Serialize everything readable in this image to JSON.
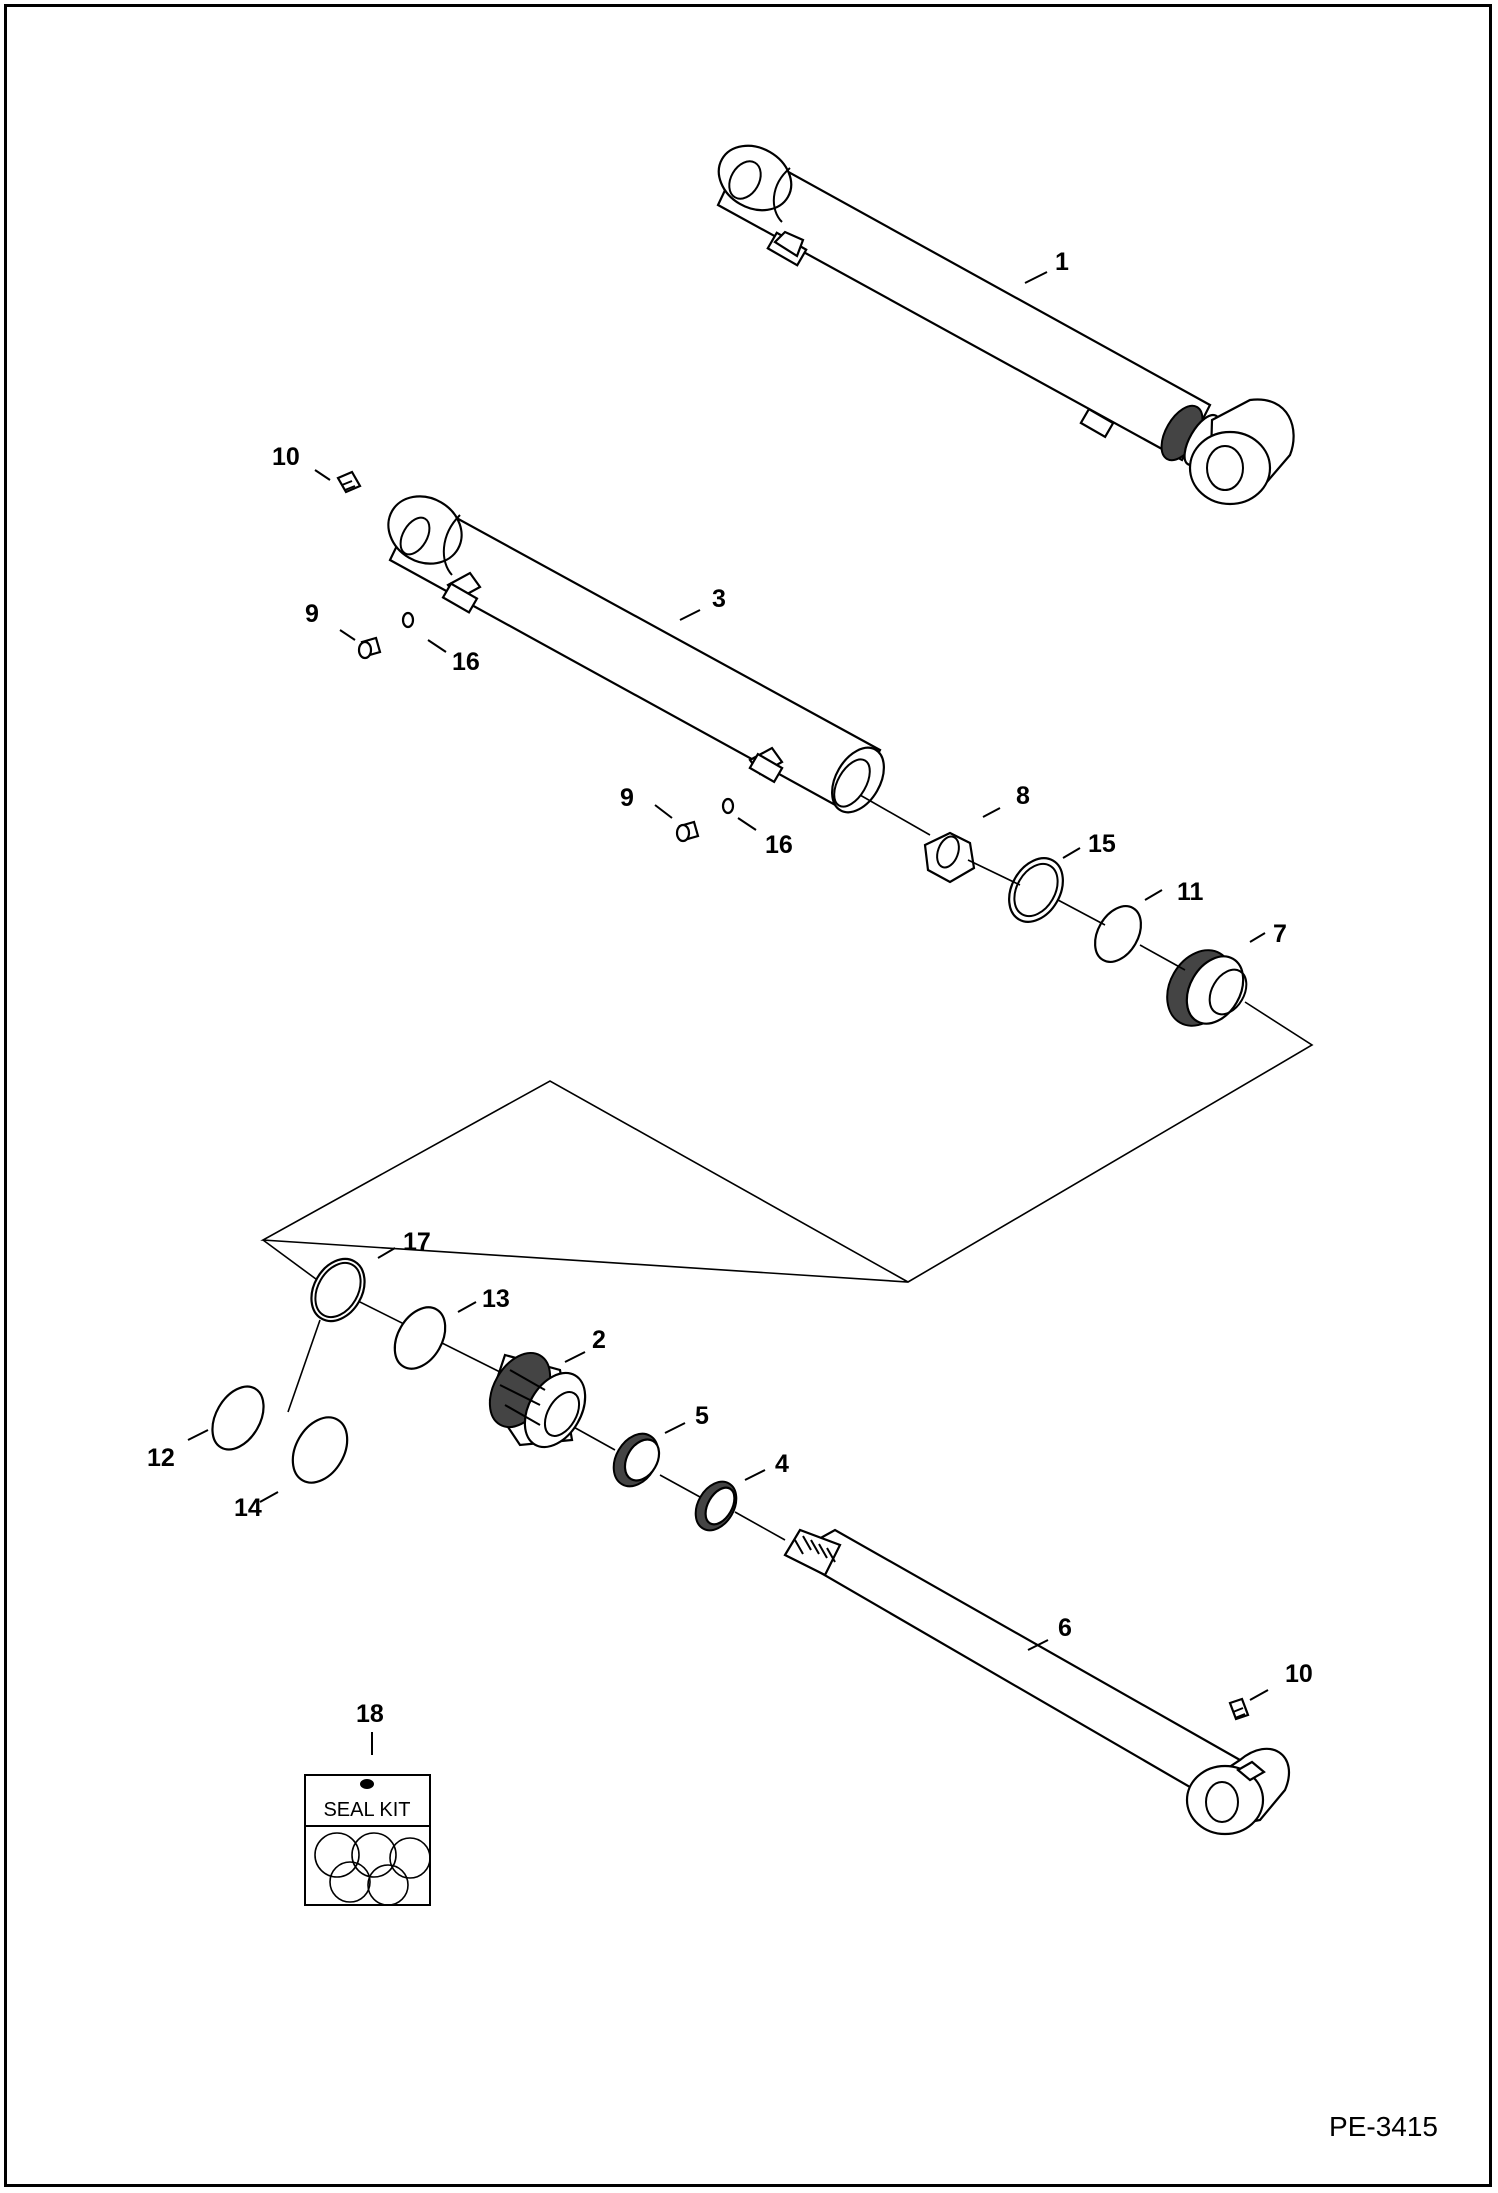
{
  "figure_id": "PE-3415",
  "callouts": [
    {
      "id": "1",
      "text": "1"
    },
    {
      "id": "2",
      "text": "2"
    },
    {
      "id": "3",
      "text": "3"
    },
    {
      "id": "4",
      "text": "4"
    },
    {
      "id": "5",
      "text": "5"
    },
    {
      "id": "6",
      "text": "6"
    },
    {
      "id": "7",
      "text": "7"
    },
    {
      "id": "8",
      "text": "8"
    },
    {
      "id": "9a",
      "text": "9"
    },
    {
      "id": "9b",
      "text": "9"
    },
    {
      "id": "10a",
      "text": "10"
    },
    {
      "id": "10b",
      "text": "10"
    },
    {
      "id": "11",
      "text": "11"
    },
    {
      "id": "12",
      "text": "12"
    },
    {
      "id": "13",
      "text": "13"
    },
    {
      "id": "14",
      "text": "14"
    },
    {
      "id": "15",
      "text": "15"
    },
    {
      "id": "16a",
      "text": "16"
    },
    {
      "id": "16b",
      "text": "16"
    },
    {
      "id": "17",
      "text": "17"
    },
    {
      "id": "18",
      "text": "18"
    }
  ],
  "seal_kit": {
    "label": "SEAL KIT"
  }
}
